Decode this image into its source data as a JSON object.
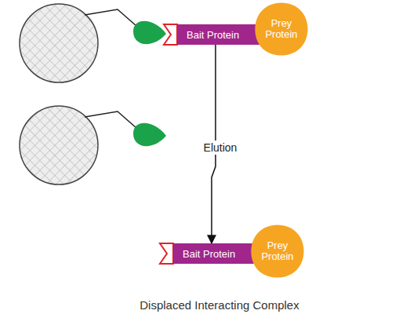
{
  "diagram": {
    "caption": "Displaced Interacting Complex",
    "nodes": [
      {
        "text": [
          "Bait Protein"
        ]
      },
      {
        "text": [
          "Prey Protein"
        ]
      },
      {
        "text": [
          "Bait Protein"
        ]
      },
      {
        "text": [
          "Prey Protein"
        ]
      }
    ],
    "edges": [
      {
        "from": 0,
        "to": 2,
        "arrow": "to",
        "label": "Elution"
      }
    ]
  }
}
